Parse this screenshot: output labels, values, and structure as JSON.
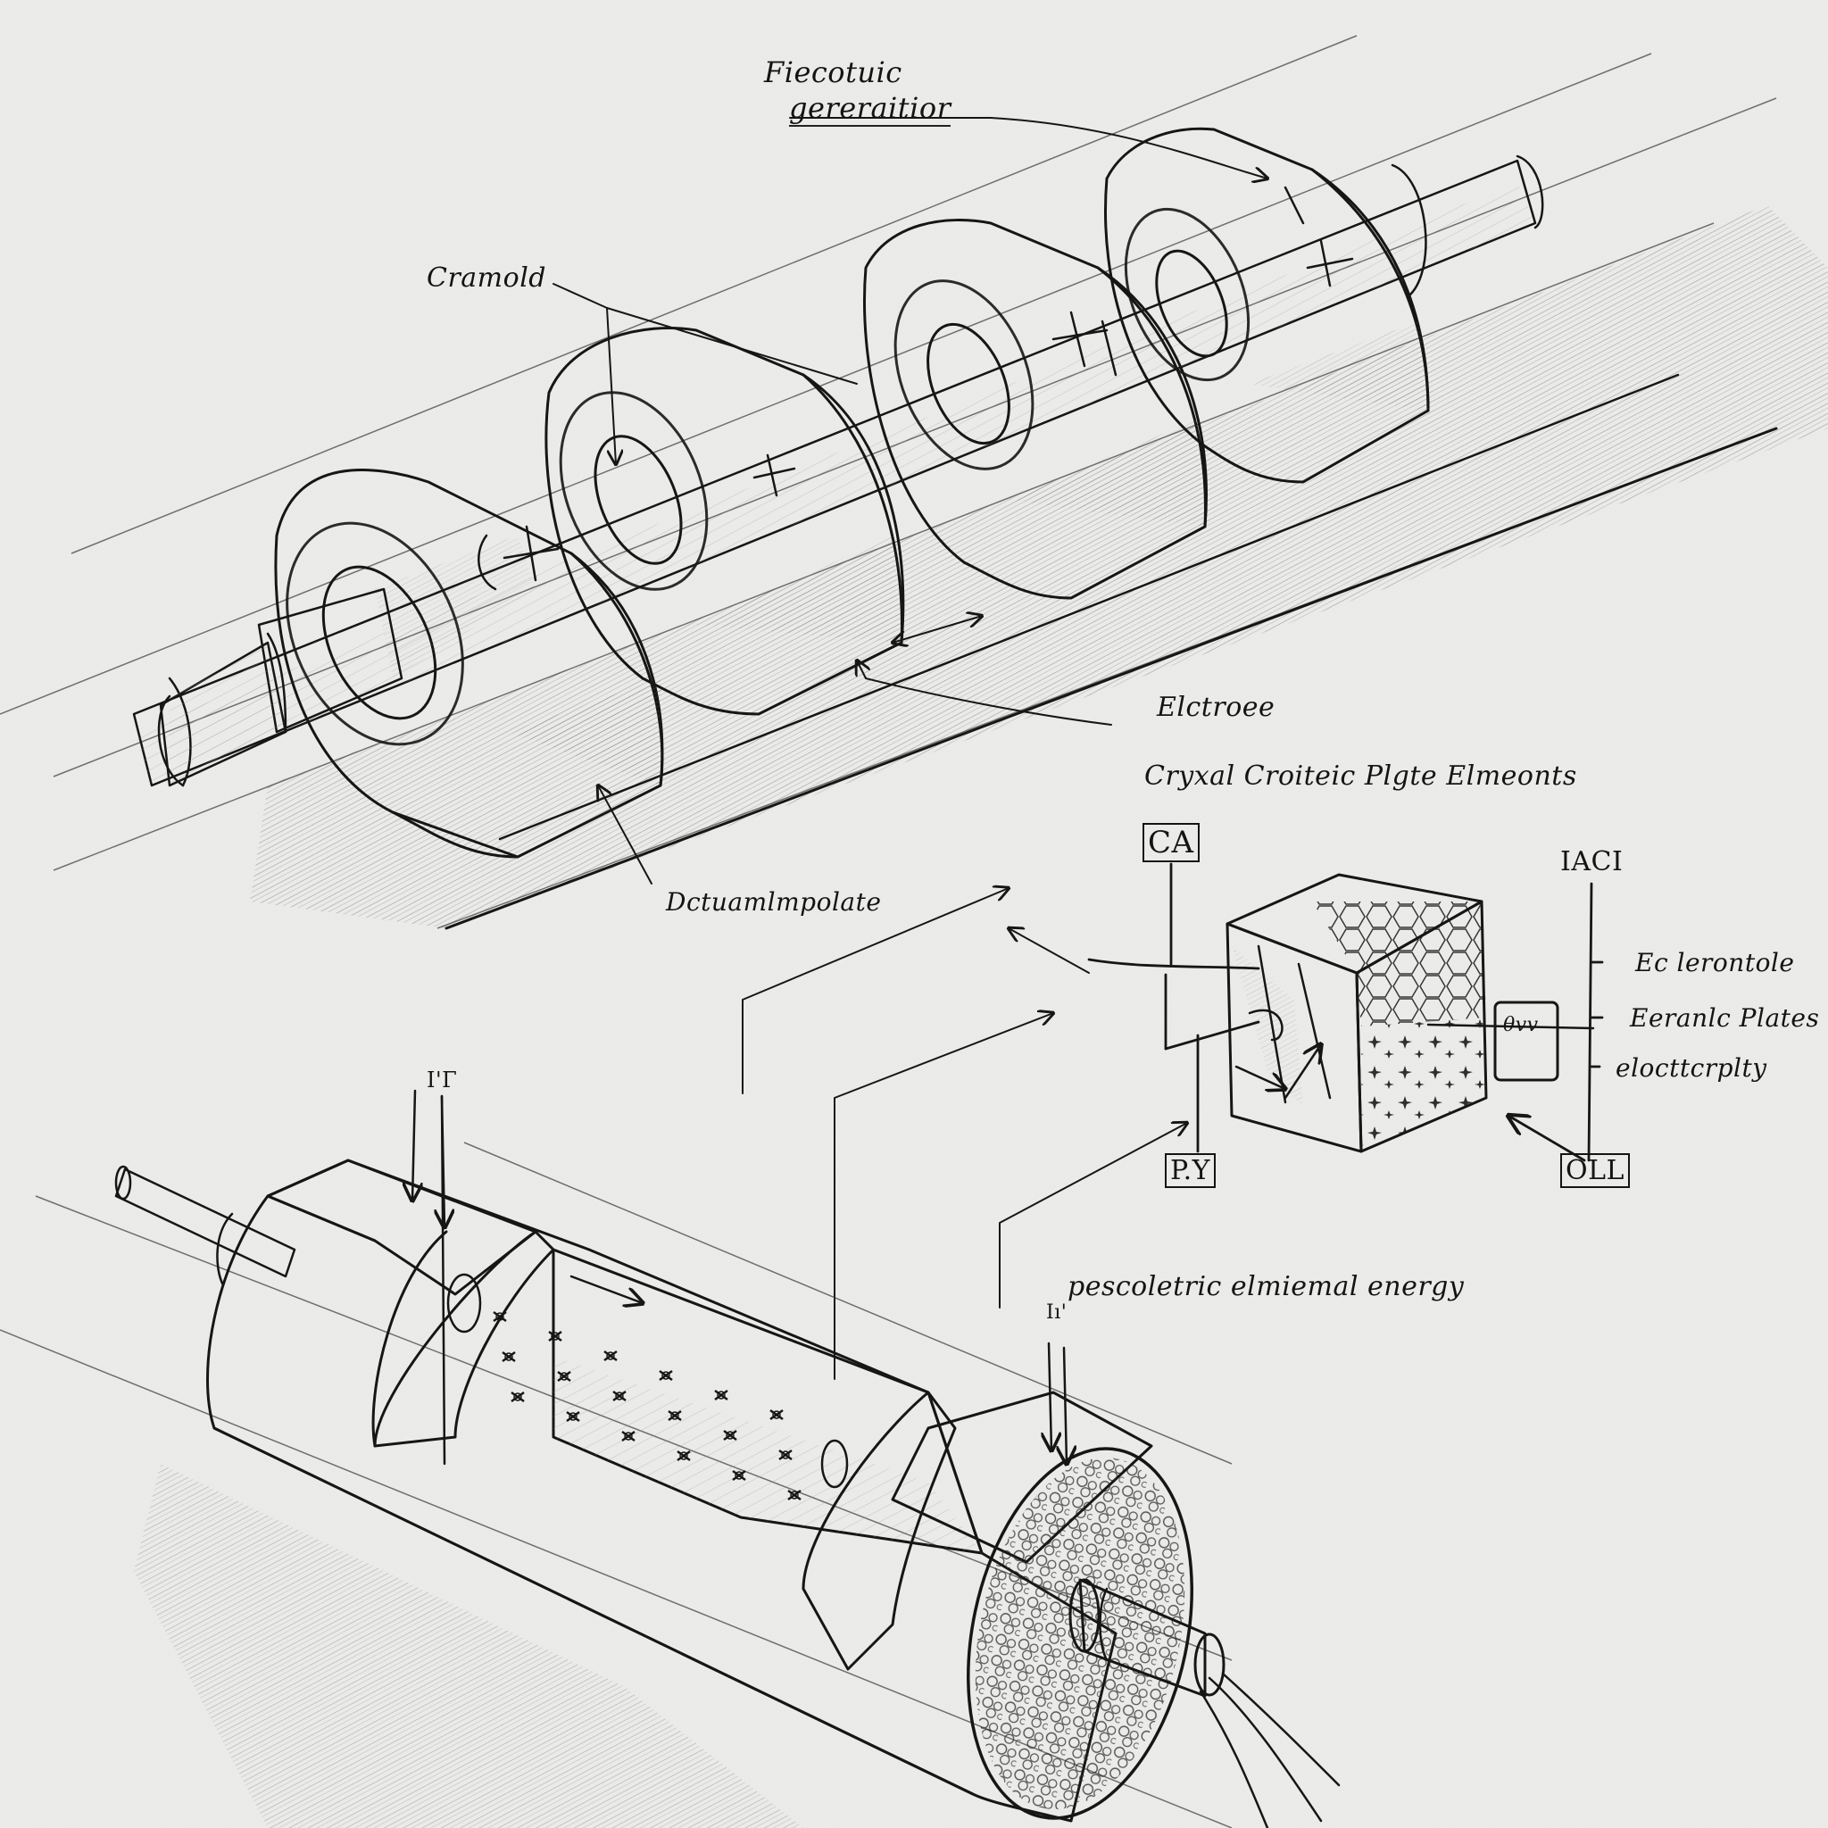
{
  "title": "Piezoelectric generator sketch",
  "colors": {
    "paper": "#ececea",
    "ink": "#161616",
    "graphite": "#6e6e6e",
    "shade": "#4a4a4a"
  },
  "labels": {
    "generator_title_line1": "Fiecotuic",
    "generator_title_line2": "gereraitior",
    "cramold": "Cramold",
    "electrode": "Elctroee",
    "octoam_plate": "Dctuamlmpolate",
    "crystal_plate_elements": "Cryxal Croiteic Plgte Elmeonts",
    "box_ca": "CA",
    "box_py": "P.Y",
    "box_iaci": "IACI",
    "box_oll": "OLL",
    "box_inner": "θvv",
    "legend_electrode": "Ec lerontole",
    "legend_ceramic_plates": "Eeranlc Plates",
    "legend_electricity": "elocttcrplty",
    "piezo_energy": "pescoletric elmiemal energy",
    "tick_marks_1": "I'Γ",
    "tick_marks_2": "Iı'"
  },
  "figures": [
    {
      "name": "upper-generator",
      "components": [
        "shaft",
        "ring-1",
        "ring-2",
        "ring-3",
        "ring-4",
        "base-rail"
      ]
    },
    {
      "name": "crystal-cube-detail",
      "components": [
        "cube",
        "honeycomb-face",
        "star-pattern-face",
        "output-box"
      ]
    },
    {
      "name": "lower-cylinder-generator",
      "components": [
        "shaft-left",
        "foam-section-1",
        "cutaway-disc-1",
        "dot-matrix-cylinder",
        "cutaway-disc-2",
        "foam-section-2",
        "end-disc",
        "output-shaft",
        "cable"
      ]
    }
  ]
}
